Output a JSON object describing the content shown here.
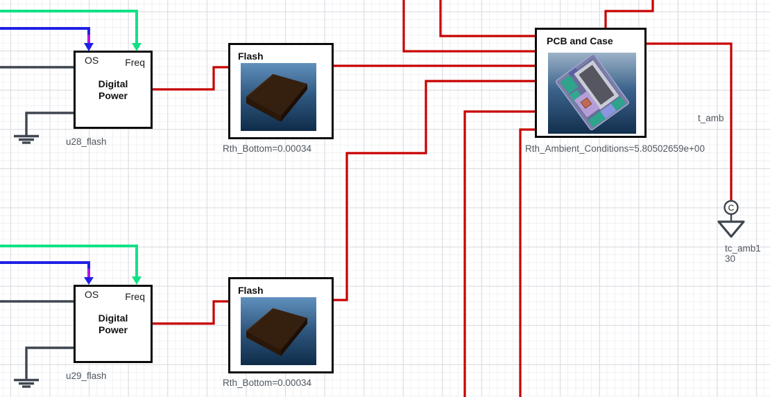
{
  "colors": {
    "heat_wire": "#c80000",
    "freq_wire": "#10e284",
    "os_wire": "#2020e6",
    "os_wire_blend": "#b414e6",
    "ground_wire": "#3f4650",
    "label_text": "#4f575f"
  },
  "blocks": {
    "u28": {
      "title": "Digital Power",
      "port_left": "OS",
      "port_right": "Freq",
      "label": "u28_flash"
    },
    "u29": {
      "title": "Digital Power",
      "port_left": "OS",
      "port_right": "Freq",
      "label": "u29_flash"
    },
    "flash1": {
      "title": "Flash",
      "label": "Rth_Bottom=0.00034"
    },
    "flash2": {
      "title": "Flash",
      "label": "Rth_Bottom=0.00034"
    },
    "pcb": {
      "title": "PCB and Case",
      "label": "Rth_Ambient_Conditions=5.80502659e+00"
    }
  },
  "probe": {
    "wire_label": "t_amb",
    "symbol_letter": "C",
    "name": "tc_amb1",
    "value": "30"
  }
}
